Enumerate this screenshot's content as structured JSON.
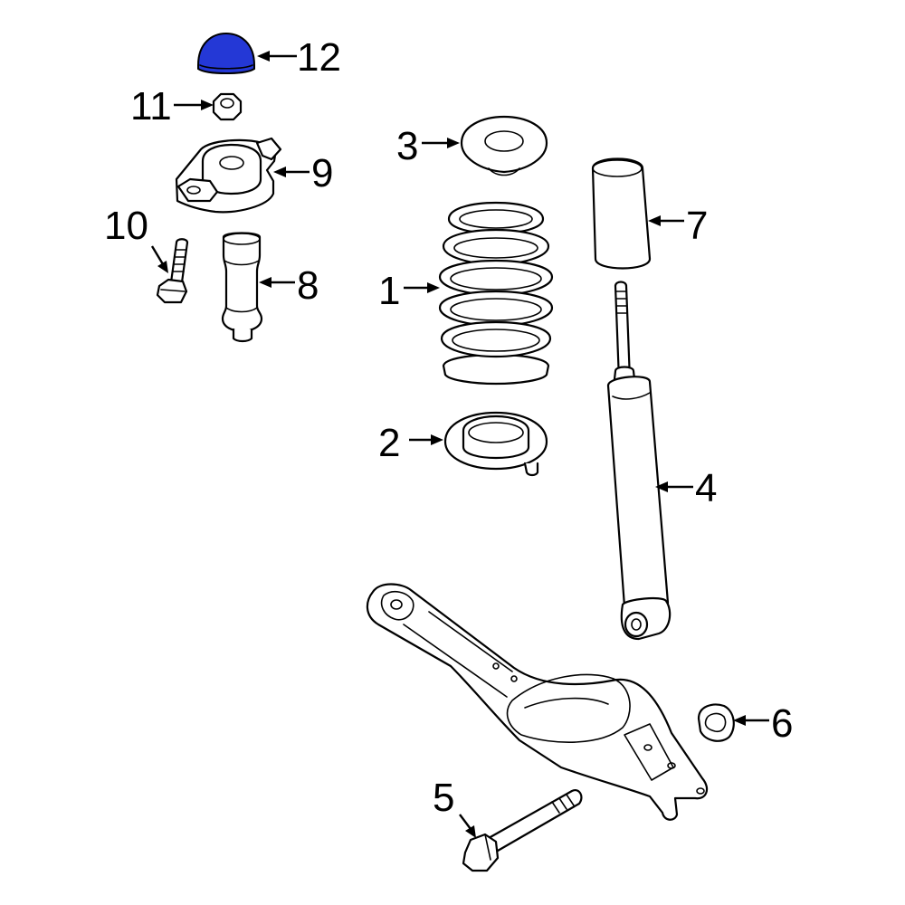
{
  "colors": {
    "highlight": "#2438d6",
    "line": "#000000",
    "background": "#ffffff"
  },
  "callouts": {
    "c1": "1",
    "c2": "2",
    "c3": "3",
    "c4": "4",
    "c5": "5",
    "c6": "6",
    "c7": "7",
    "c8": "8",
    "c9": "9",
    "c10": "10",
    "c11": "11",
    "c12": "12"
  }
}
